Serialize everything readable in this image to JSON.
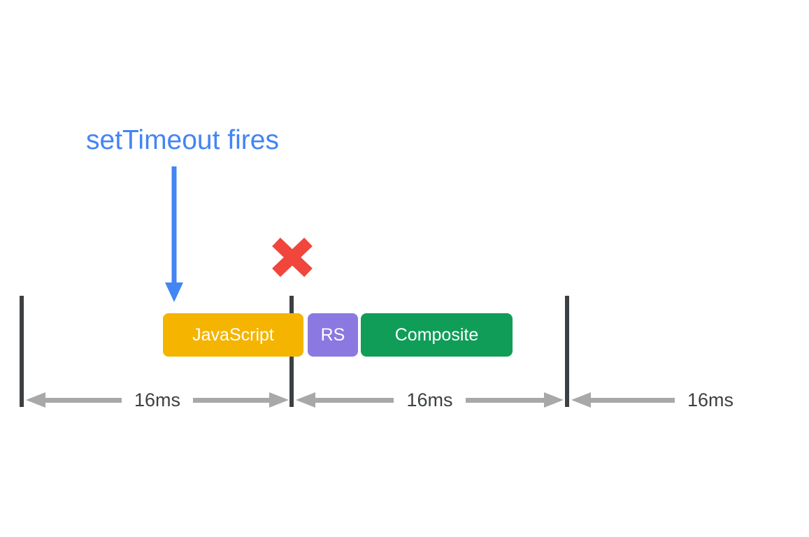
{
  "diagram": {
    "annotation_label": "setTimeout fires",
    "tasks": [
      {
        "label": "JavaScript",
        "color": "#F4B400"
      },
      {
        "label": "RS",
        "color": "#8B79E1"
      },
      {
        "label": "Composite",
        "color": "#109D58"
      }
    ],
    "measurements": [
      {
        "label": "16ms"
      },
      {
        "label": "16ms"
      },
      {
        "label": "16ms"
      }
    ],
    "colors": {
      "annotation_blue": "#4285F4",
      "error_red": "#F0463C",
      "measure_gray": "#A8A8A8",
      "tick_dark": "#3C4043",
      "background": "#FFFFFF"
    }
  }
}
